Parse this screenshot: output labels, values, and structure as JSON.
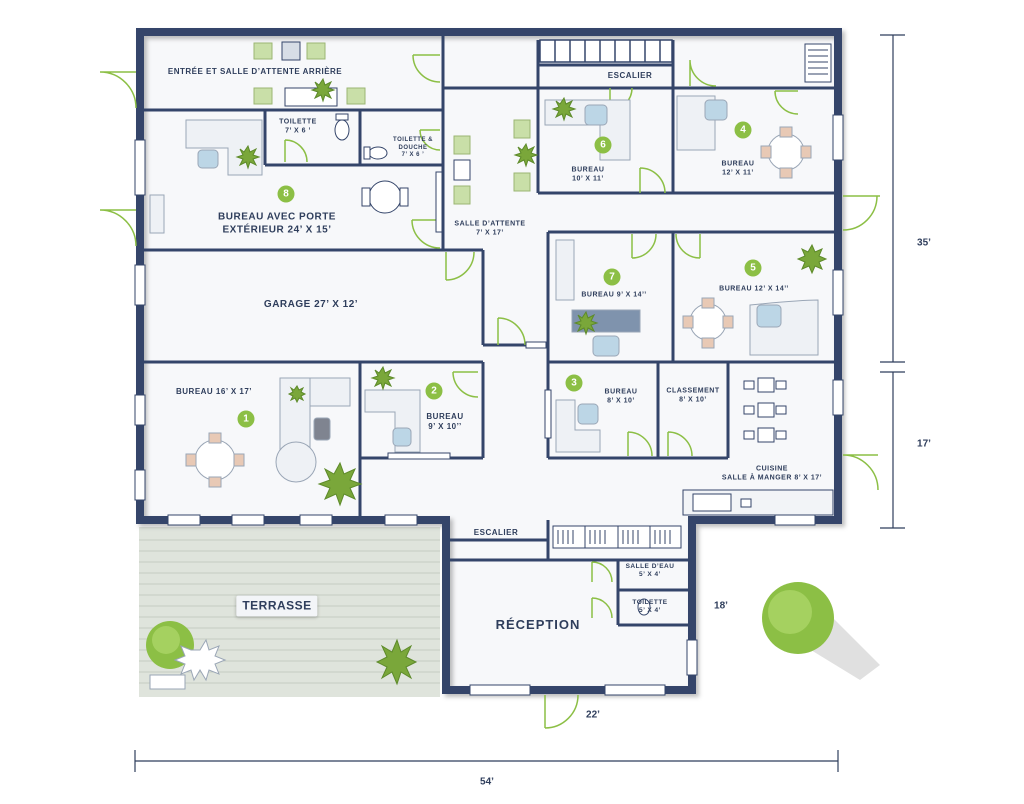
{
  "colors": {
    "wall": "#34456a",
    "floor": "#f7f8fa",
    "plant": "#8cbf45",
    "text": "#2f3e5c",
    "deck": "#dfe4dc",
    "chair": "#c9dfa8",
    "chair_blue": "#bcd6e6"
  },
  "rooms": {
    "entree": "ENTRÉE ET SALLE D’ATTENTE ARRIÈRE",
    "toilette_top": "TOILETTE\n7’ X 6 ’",
    "toilette_douche": "TOILETTE &\nDOUCHE\n7’ X 6 ’",
    "bureau8": "BUREAU AVEC PORTE\nEXTÉRIEUR 24’ X 15’",
    "escalier_top": "ESCALIER",
    "bureau6": "BUREAU\n10’ X 11’",
    "bureau4": "BUREAU\n12’ X 11’",
    "salle_attente": "SALLE D’ATTENTE\n7’ X 17’",
    "garage": "GARAGE 27’ X 12’",
    "bureau7": "BUREAU 9’ X 14’’",
    "bureau5": "BUREAU 12’ X 14’’",
    "bureau1": "BUREAU 16’ X 17’",
    "bureau2": "BUREAU\n9’ X 10’’",
    "bureau3": "BUREAU\n8’ X 10’",
    "classement": "CLASSEMENT\n8’ X 10’",
    "cuisine": "CUISINE\nSALLE À MANGER 8’ X 17’",
    "escalier_bottom": "ESCALIER",
    "salle_eau": "SALLE D’EAU\n5’ X 4’",
    "toilette_bottom": "TOILETTE\n5’ X 4’",
    "reception": "RÉCEPTION",
    "terrasse": "TERRASSE"
  },
  "badges": {
    "b1": "1",
    "b2": "2",
    "b3": "3",
    "b4": "4",
    "b5": "5",
    "b6": "6",
    "b7": "7",
    "b8": "8"
  },
  "dimensions": {
    "d35": "35’",
    "d17": "17’",
    "d18": "18’",
    "d22": "22’",
    "d54": "54’"
  }
}
